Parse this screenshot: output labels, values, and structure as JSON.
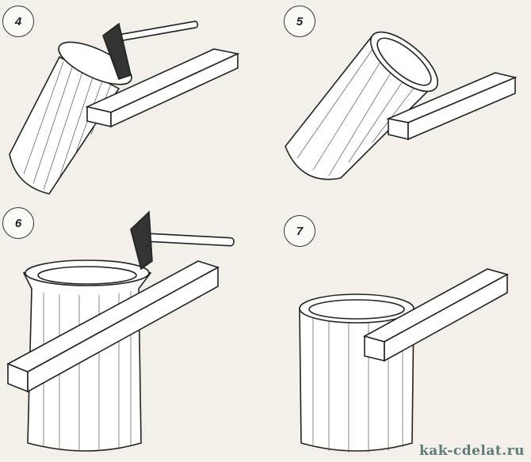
{
  "steps": [
    {
      "number": "4"
    },
    {
      "number": "5"
    },
    {
      "number": "6"
    },
    {
      "number": "7"
    }
  ],
  "watermark": "kak-cdelat.ru"
}
